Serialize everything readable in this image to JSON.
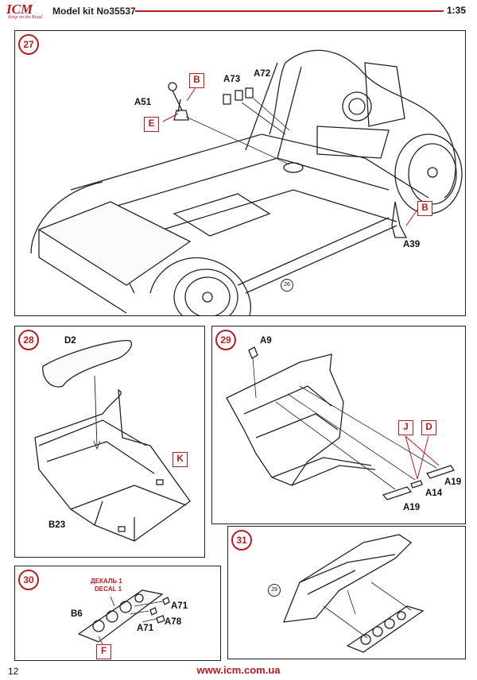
{
  "header": {
    "brand": "ICM",
    "tagline": "Keep on the Road",
    "model_kit": "Model kit No35537",
    "scale": "1:35"
  },
  "colors": {
    "accent": "#b01e23",
    "line": "#222222"
  },
  "steps": [
    {
      "number": "27",
      "parts": [
        "A51",
        "A73",
        "A72",
        "A39"
      ],
      "paint_codes": [
        "B",
        "E",
        "B"
      ],
      "reference_step": "26"
    },
    {
      "number": "28",
      "parts": [
        "D2",
        "B23"
      ],
      "paint_codes": [
        "K"
      ]
    },
    {
      "number": "29",
      "parts": [
        "A9",
        "A19",
        "A14",
        "A19"
      ],
      "paint_codes": [
        "J",
        "D"
      ]
    },
    {
      "number": "30",
      "parts": [
        "B6",
        "A71",
        "A71",
        "A78"
      ],
      "paint_codes": [
        "F"
      ],
      "decal_note": [
        "ДЕКАЛЬ 1",
        "DECAL 1"
      ]
    },
    {
      "number": "31",
      "reference_step": "29"
    }
  ],
  "footer": {
    "page_number": "12",
    "url": "www.icm.com.ua"
  }
}
